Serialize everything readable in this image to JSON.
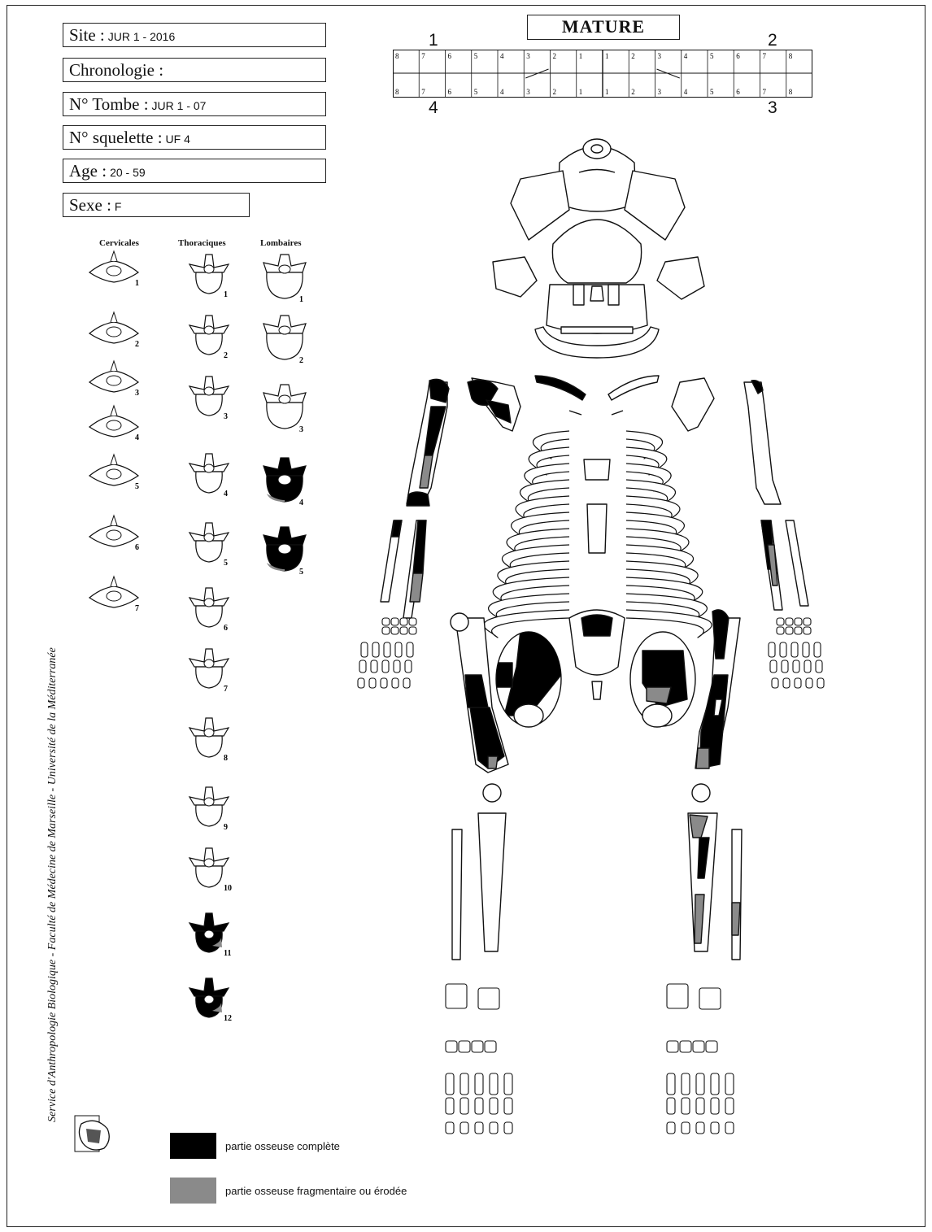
{
  "header": {
    "site_label": "Site :",
    "site_value": "JUR 1 - 2016",
    "chronologie_label": "Chronologie :",
    "chronologie_value": "",
    "tombe_label": "N° Tombe :",
    "tombe_value": "JUR 1 - 07",
    "squelette_label": "N° squelette :",
    "squelette_value": "UF 4",
    "age_label": "Age :",
    "age_value": "20 - 59",
    "sexe_label": "Sexe :",
    "sexe_value": "F"
  },
  "stage_title": "MATURE",
  "dental": {
    "quadrant_labels": [
      "1",
      "2",
      "4",
      "3"
    ],
    "top_numbers": [
      "8",
      "7",
      "6",
      "5",
      "4",
      "3",
      "2",
      "1",
      "1",
      "2",
      "3",
      "4",
      "5",
      "6",
      "7",
      "8"
    ],
    "bottom_numbers": [
      "8",
      "7",
      "6",
      "5",
      "4",
      "3",
      "2",
      "1",
      "1",
      "2",
      "3",
      "4",
      "5",
      "6",
      "7",
      "8"
    ]
  },
  "vertebrae": {
    "cervical_heading": "Cervicales",
    "thoracic_heading": "Thoraciques",
    "lumbar_heading": "Lombaires",
    "cervical": [
      {
        "n": "1",
        "state": "absent"
      },
      {
        "n": "2",
        "state": "absent"
      },
      {
        "n": "3",
        "state": "absent"
      },
      {
        "n": "4",
        "state": "absent"
      },
      {
        "n": "5",
        "state": "absent"
      },
      {
        "n": "6",
        "state": "absent"
      },
      {
        "n": "7",
        "state": "absent"
      }
    ],
    "thoracic": [
      {
        "n": "1",
        "state": "absent"
      },
      {
        "n": "2",
        "state": "absent"
      },
      {
        "n": "3",
        "state": "absent"
      },
      {
        "n": "4",
        "state": "absent"
      },
      {
        "n": "5",
        "state": "absent"
      },
      {
        "n": "6",
        "state": "absent"
      },
      {
        "n": "7",
        "state": "absent"
      },
      {
        "n": "8",
        "state": "absent"
      },
      {
        "n": "9",
        "state": "absent"
      },
      {
        "n": "10",
        "state": "absent"
      },
      {
        "n": "11",
        "state": "complete"
      },
      {
        "n": "12",
        "state": "complete"
      }
    ],
    "lumbar": [
      {
        "n": "1",
        "state": "absent"
      },
      {
        "n": "2",
        "state": "absent"
      },
      {
        "n": "3",
        "state": "absent"
      },
      {
        "n": "4",
        "state": "complete"
      },
      {
        "n": "5",
        "state": "complete"
      }
    ]
  },
  "legend": {
    "complete_label": "partie osseuse complète",
    "complete_color": "#000000",
    "fragment_label": "partie osseuse fragmentaire ou érodée",
    "fragment_color": "#8a8a8a"
  },
  "credit": "Service d'Anthropologie Biologique - Faculté de Médecine de Marseille - Université de la Méditerranée"
}
